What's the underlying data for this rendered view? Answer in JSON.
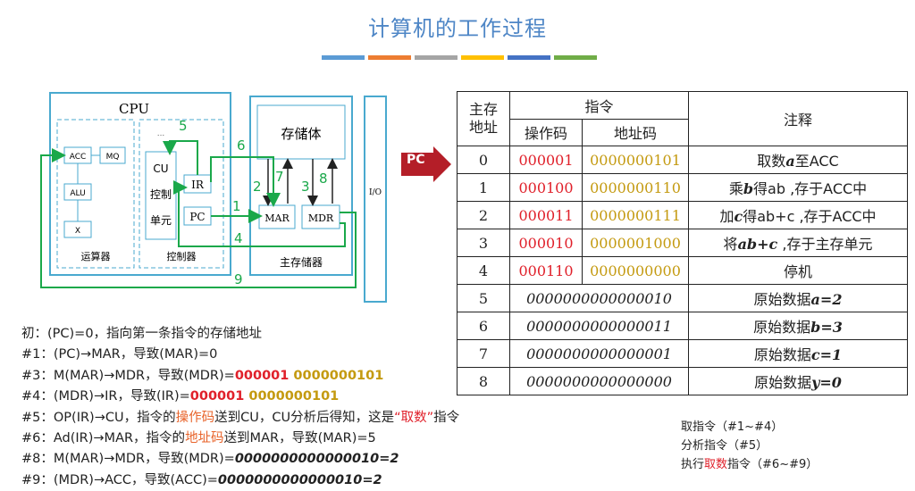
{
  "title": "计算机的工作过程",
  "stripe_colors": [
    "#5b9bd5",
    "#ed7d31",
    "#a5a5a5",
    "#ffc000",
    "#4472c4",
    "#70ad47"
  ],
  "diagram": {
    "cpu": "CPU",
    "acc": "ACC",
    "mq": "MQ",
    "alu": "ALU",
    "x": "X",
    "alu_unit": "运算器",
    "cu": "CU",
    "cu_sub1": "控制",
    "cu_sub2": "单元",
    "ir": "IR",
    "pc": "PC",
    "controller": "控制器",
    "storage": "存储体",
    "mar": "MAR",
    "mdr": "MDR",
    "main_memory": "主存储器",
    "io": "I/O",
    "step_nums": [
      "1",
      "2",
      "3",
      "4",
      "5",
      "6",
      "7",
      "8",
      "9"
    ],
    "dots": "..."
  },
  "pc_pointer": "PC",
  "table": {
    "headers": {
      "addr": "主存\n地址",
      "instr": "指令",
      "opcode": "操作码",
      "addrcode": "地址码",
      "note": "注释"
    },
    "rows": [
      {
        "addr": "0",
        "op": "000001",
        "ad": "0000000101",
        "note_pre": "取数",
        "note_var": "a",
        "note_post": "至ACC"
      },
      {
        "addr": "1",
        "op": "000100",
        "ad": "0000000110",
        "note_pre": "乘",
        "note_var": "b",
        "note_post": "得ab ,存于ACC中"
      },
      {
        "addr": "2",
        "op": "000011",
        "ad": "0000000111",
        "note_pre": "加",
        "note_var": "c",
        "note_post": "得ab+c ,存于ACC中"
      },
      {
        "addr": "3",
        "op": "000010",
        "ad": "0000001000",
        "note_pre": "将",
        "note_var": "ab+c",
        "note_post": " ,存于主存单元"
      },
      {
        "addr": "4",
        "op": "000110",
        "ad": "0000000000",
        "note_pre": "停机",
        "note_var": "",
        "note_post": ""
      },
      {
        "addr": "5",
        "data": "0000000000000010",
        "note_pre": "原始数据",
        "note_var": "a=2",
        "note_post": ""
      },
      {
        "addr": "6",
        "data": "0000000000000011",
        "note_pre": "原始数据",
        "note_var": "b=3",
        "note_post": ""
      },
      {
        "addr": "7",
        "data": "0000000000000001",
        "note_pre": "原始数据",
        "note_var": "c=1",
        "note_post": ""
      },
      {
        "addr": "8",
        "data": "0000000000000000",
        "note_pre": "原始数据",
        "note_var": "y=0",
        "note_post": ""
      }
    ]
  },
  "steps": {
    "s0": "初：(PC)=0，指向第一条指令的存储地址",
    "s1": "#1：(PC)→MAR，导致(MAR)=0",
    "s3_pre": "#3：M(MAR)→MDR，导致(MDR)=",
    "s3_op": "000001",
    "s3_ad": " 0000000101",
    "s4_pre": "#4：(MDR)→IR，导致(IR)=",
    "s4_op": "000001",
    "s4_ad": " 0000000101",
    "s5_a": "#5：OP(IR)→CU，指令的",
    "s5_b": "操作码",
    "s5_c": "送到CU，CU分析后得知，这是",
    "s5_d": "“取数”",
    "s5_e": "指令",
    "s6_a": "#6：Ad(IR)→MAR，指令的",
    "s6_b": "地址码",
    "s6_c": "送到MAR，导致(MAR)=5",
    "s8_pre": "#8：M(MAR)→MDR，导致(MDR)=",
    "s8_val": "0000000000000010=2",
    "s9_pre": "#9：(MDR)→ACC，导致(ACC)=",
    "s9_val": "0000000000000010=2"
  },
  "legend": {
    "l1": "取指令（#1~#4）",
    "l2": "分析指令（#5）",
    "l3_pre": "执行",
    "l3_red": "取数",
    "l3_post": "指令（#6~#9）"
  }
}
